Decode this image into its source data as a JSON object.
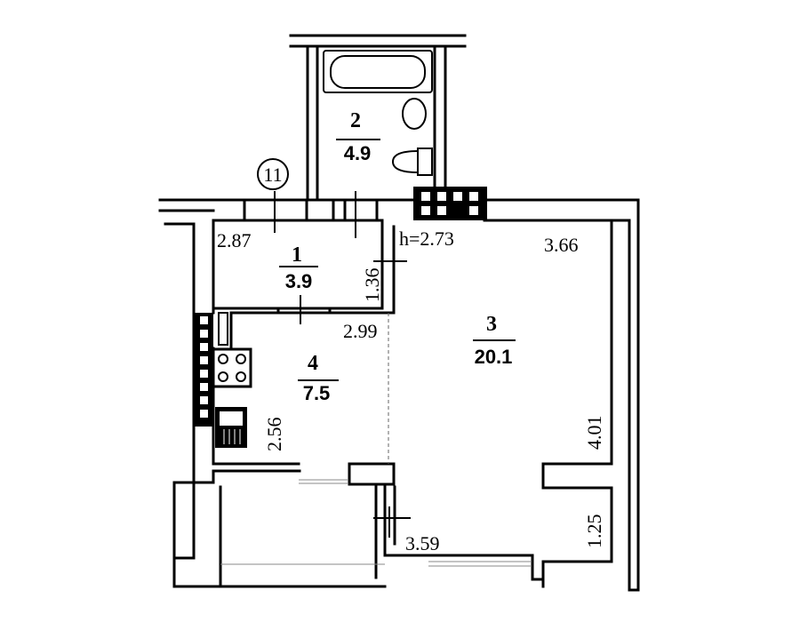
{
  "rooms": [
    {
      "number": "1",
      "area": "3.9"
    },
    {
      "number": "2",
      "area": "4.9"
    },
    {
      "number": "3",
      "area": "20.1"
    },
    {
      "number": "4",
      "area": "7.5"
    }
  ],
  "dimensions": {
    "d_2_87": "2.87",
    "d_1_36": "1.36",
    "height": "h=2.73",
    "d_3_66": "3.66",
    "d_2_99": "2.99",
    "d_2_56": "2.56",
    "d_4_01": "4.01",
    "d_1_25": "1.25",
    "d_3_59": "3.59"
  },
  "axis_marker": "11"
}
